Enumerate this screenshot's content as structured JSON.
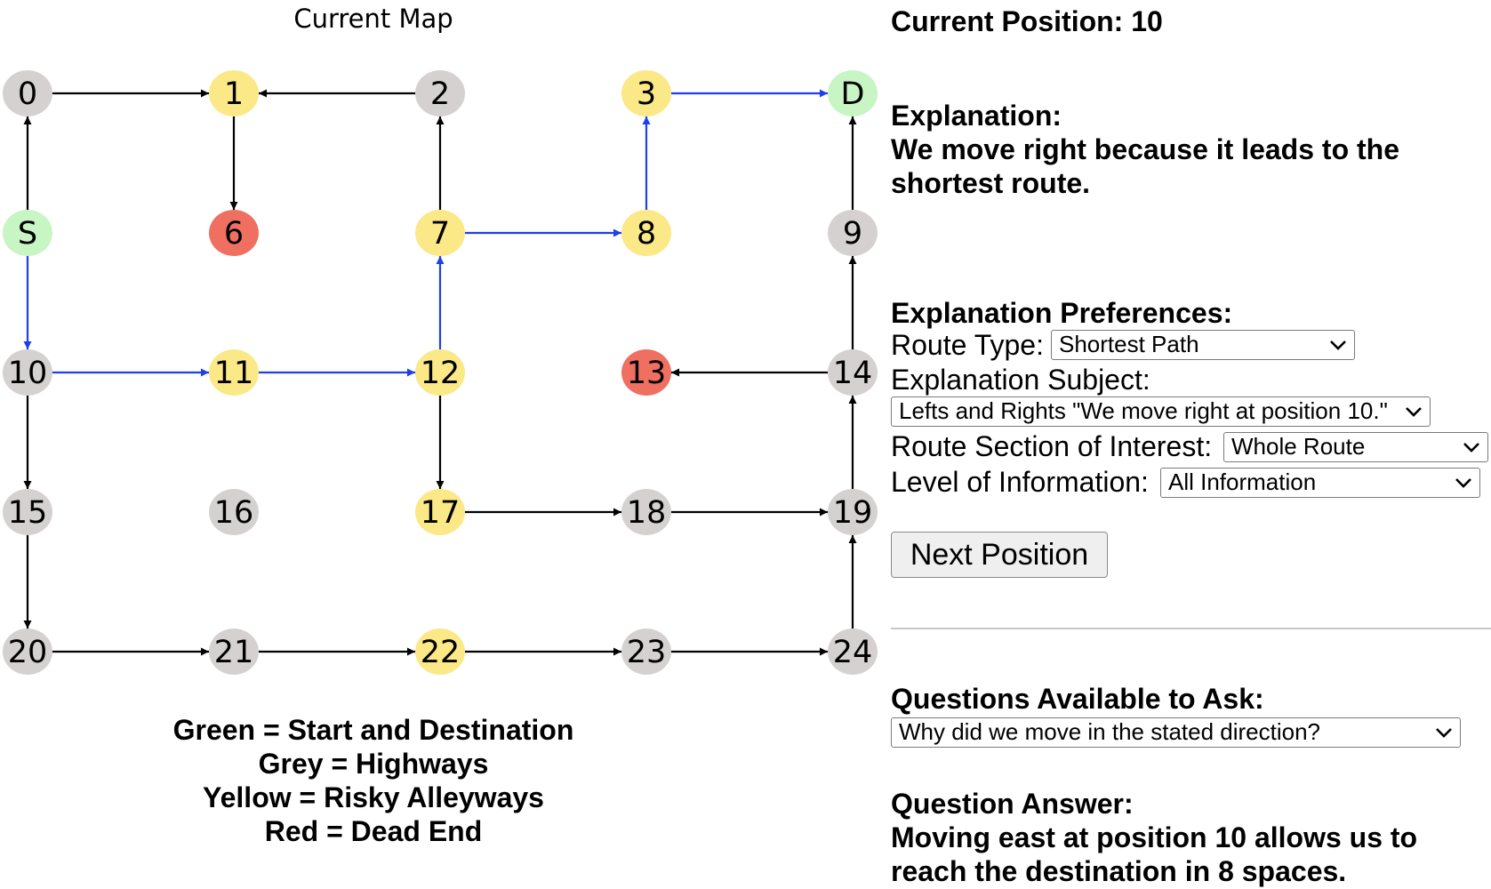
{
  "map": {
    "title": "Current Map",
    "colors": {
      "grey": "#d5d1d1",
      "yellow": "#fbe887",
      "red": "#ef6f61",
      "green": "#c8f5c4",
      "black_edge": "#000000",
      "blue_edge": "#1f3fe8"
    },
    "nodes": [
      {
        "id": "0",
        "row": 0,
        "col": 0,
        "color": "grey"
      },
      {
        "id": "1",
        "row": 0,
        "col": 1,
        "color": "yellow"
      },
      {
        "id": "2",
        "row": 0,
        "col": 2,
        "color": "grey"
      },
      {
        "id": "3",
        "row": 0,
        "col": 3,
        "color": "yellow"
      },
      {
        "id": "D",
        "row": 0,
        "col": 4,
        "color": "green"
      },
      {
        "id": "S",
        "row": 1,
        "col": 0,
        "color": "green"
      },
      {
        "id": "6",
        "row": 1,
        "col": 1,
        "color": "red"
      },
      {
        "id": "7",
        "row": 1,
        "col": 2,
        "color": "yellow"
      },
      {
        "id": "8",
        "row": 1,
        "col": 3,
        "color": "yellow"
      },
      {
        "id": "9",
        "row": 1,
        "col": 4,
        "color": "grey"
      },
      {
        "id": "10",
        "row": 2,
        "col": 0,
        "color": "grey"
      },
      {
        "id": "11",
        "row": 2,
        "col": 1,
        "color": "yellow"
      },
      {
        "id": "12",
        "row": 2,
        "col": 2,
        "color": "yellow"
      },
      {
        "id": "13",
        "row": 2,
        "col": 3,
        "color": "red"
      },
      {
        "id": "14",
        "row": 2,
        "col": 4,
        "color": "grey"
      },
      {
        "id": "15",
        "row": 3,
        "col": 0,
        "color": "grey"
      },
      {
        "id": "16",
        "row": 3,
        "col": 1,
        "color": "grey"
      },
      {
        "id": "17",
        "row": 3,
        "col": 2,
        "color": "yellow"
      },
      {
        "id": "18",
        "row": 3,
        "col": 3,
        "color": "grey"
      },
      {
        "id": "19",
        "row": 3,
        "col": 4,
        "color": "grey"
      },
      {
        "id": "20",
        "row": 4,
        "col": 0,
        "color": "grey"
      },
      {
        "id": "21",
        "row": 4,
        "col": 1,
        "color": "grey"
      },
      {
        "id": "22",
        "row": 4,
        "col": 2,
        "color": "yellow"
      },
      {
        "id": "23",
        "row": 4,
        "col": 3,
        "color": "grey"
      },
      {
        "id": "24",
        "row": 4,
        "col": 4,
        "color": "grey"
      }
    ],
    "edges": [
      {
        "from": "0",
        "to": "1",
        "route": false
      },
      {
        "from": "2",
        "to": "1",
        "route": false
      },
      {
        "from": "3",
        "to": "D",
        "route": true
      },
      {
        "from": "S",
        "to": "0",
        "route": false
      },
      {
        "from": "1",
        "to": "6",
        "route": false
      },
      {
        "from": "7",
        "to": "2",
        "route": false
      },
      {
        "from": "8",
        "to": "3",
        "route": true
      },
      {
        "from": "9",
        "to": "D",
        "route": false
      },
      {
        "from": "7",
        "to": "8",
        "route": true
      },
      {
        "from": "S",
        "to": "10",
        "route": true
      },
      {
        "from": "12",
        "to": "7",
        "route": true
      },
      {
        "from": "14",
        "to": "9",
        "route": false
      },
      {
        "from": "10",
        "to": "11",
        "route": true
      },
      {
        "from": "11",
        "to": "12",
        "route": true
      },
      {
        "from": "14",
        "to": "13",
        "route": false
      },
      {
        "from": "10",
        "to": "15",
        "route": false
      },
      {
        "from": "12",
        "to": "17",
        "route": false
      },
      {
        "from": "19",
        "to": "14",
        "route": false
      },
      {
        "from": "17",
        "to": "18",
        "route": false
      },
      {
        "from": "18",
        "to": "19",
        "route": false
      },
      {
        "from": "15",
        "to": "20",
        "route": false
      },
      {
        "from": "24",
        "to": "19",
        "route": false
      },
      {
        "from": "20",
        "to": "21",
        "route": false
      },
      {
        "from": "21",
        "to": "22",
        "route": false
      },
      {
        "from": "22",
        "to": "23",
        "route": false
      },
      {
        "from": "23",
        "to": "24",
        "route": false
      }
    ]
  },
  "legend": {
    "green": "Green = Start and Destination",
    "grey": "Grey = Highways",
    "yellow": "Yellow = Risky Alleyways",
    "red": "Red = Dead End"
  },
  "panel": {
    "current_position": "Current Position: 10",
    "explanation_heading": "Explanation:",
    "explanation_line1": "We move right because it leads to the",
    "explanation_line2": "shortest route.",
    "preferences_heading": "Explanation Preferences:",
    "route_type_label": "Route Type:",
    "route_type_value": "Shortest Path",
    "subject_label": "Explanation Subject:",
    "subject_value": "Lefts and Rights \"We move right at position 10.\"",
    "section_label": "Route Section of Interest:",
    "section_value": "Whole Route",
    "level_label": "Level of Information:",
    "level_value": "All Information",
    "next_button": "Next Position",
    "questions_heading": "Questions Available to Ask:",
    "question_value": "Why did we move in the stated direction?",
    "answer_heading": "Question Answer:",
    "answer_line1": "Moving east at position 10 allows us to",
    "answer_line2": "reach the destination in 8 spaces."
  }
}
